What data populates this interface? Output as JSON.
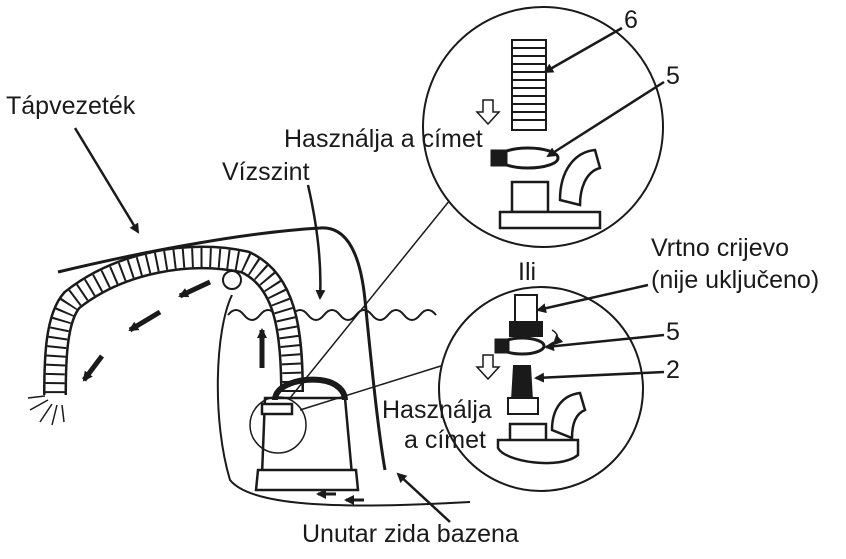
{
  "labels": {
    "power_cord": "Tápvezeték",
    "water_level": "Vízszint",
    "use_clamp_top": "Használja a címet",
    "num_6": "6",
    "num_5_top": "5",
    "or": "Ili",
    "garden_hose_line1": "Vrtno crijevo",
    "garden_hose_line2": "(nije uključeno)",
    "num_5_bottom": "5",
    "num_2": "2",
    "use_clamp_bottom_line1": "Használja",
    "use_clamp_bottom_line2": "a címet",
    "pool_wall": "Unutar zida bazena"
  },
  "colors": {
    "ink": "#1a1a1a",
    "background": "#ffffff"
  }
}
